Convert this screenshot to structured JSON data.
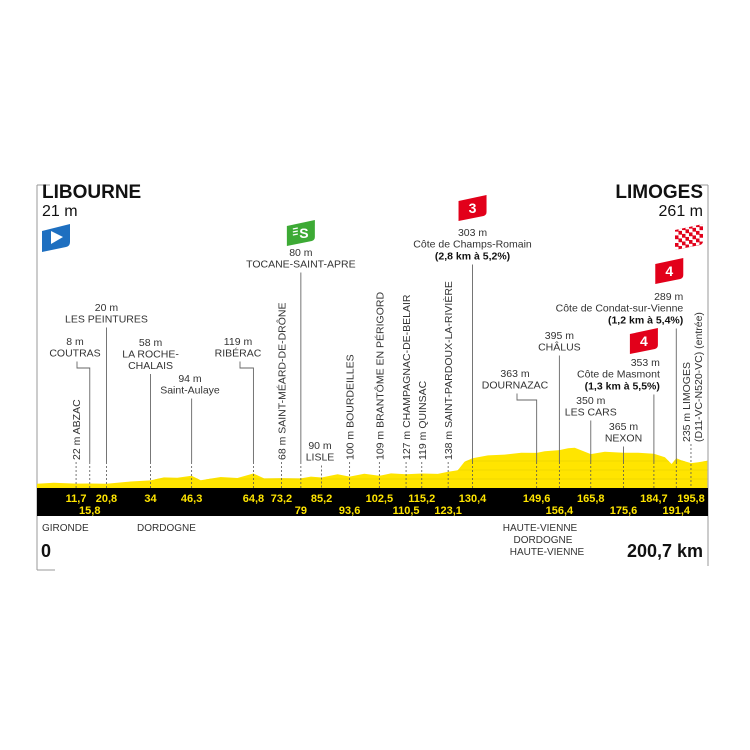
{
  "start": {
    "name": "LIBOURNE",
    "elevation": "21 m",
    "icon": "start-flag-icon"
  },
  "finish": {
    "name": "LIMOGES",
    "elevation": "261 m",
    "icon": "finish-checkered-flag-icon"
  },
  "distance": {
    "start": "0",
    "end": "200,7 km"
  },
  "departments": [
    {
      "name": "GIRONDE"
    },
    {
      "name": "DORDOGNE"
    },
    {
      "name": "HAUTE-VIENNE"
    },
    {
      "name": "DORDOGNE"
    },
    {
      "name": "HAUTE-VIENNE"
    }
  ],
  "colors": {
    "profile": "#FFE500",
    "band": "#000000",
    "km_text": "#FFE500",
    "climb": "#E2001A",
    "sprint": "#3DAA35",
    "start": "#1E6FC0"
  },
  "points": [
    {
      "km": 11.7,
      "km_label": "11,7",
      "elevation": "22 m",
      "name": [
        "ABZAC"
      ],
      "style": "vertical"
    },
    {
      "km": 15.8,
      "km_label": "15,8",
      "elevation": "8 m",
      "name": [
        "COUTRAS"
      ],
      "style": "label"
    },
    {
      "km": 20.8,
      "km_label": "20,8",
      "elevation": "20 m",
      "name": [
        "LES PEINTURES"
      ],
      "style": "label"
    },
    {
      "km": 34,
      "km_label": "34",
      "elevation": "58 m",
      "name": [
        "LA ROCHE-",
        "CHALAIS"
      ],
      "style": "label"
    },
    {
      "km": 46.3,
      "km_label": "46,3",
      "elevation": "94 m",
      "name": [
        "Saint-Aulaye"
      ],
      "style": "label"
    },
    {
      "km": 64.8,
      "km_label": "64,8",
      "elevation": "119 m",
      "name": [
        "RIBÉRAC"
      ],
      "style": "label"
    },
    {
      "km": 73.2,
      "km_label": "73,2",
      "elevation": "68 m",
      "name": [
        "SAINT-MÉARD-DE-DRÔNE"
      ],
      "style": "vertical"
    },
    {
      "km": 79,
      "km_label": "79",
      "elevation": "80 m",
      "name": [
        "TOCANE-SAINT-APRE"
      ],
      "style": "label",
      "sprint": "S"
    },
    {
      "km": 85.2,
      "km_label": "85,2",
      "elevation": "90 m",
      "name": [
        "LISLE"
      ],
      "style": "label"
    },
    {
      "km": 93.6,
      "km_label": "93,6",
      "elevation": "100 m",
      "name": [
        "BOURDEILLES"
      ],
      "style": "vertical"
    },
    {
      "km": 102.5,
      "km_label": "102,5",
      "elevation": "109 m",
      "name": [
        "BRANTÔME EN PÉRIGORD"
      ],
      "style": "vertical"
    },
    {
      "km": 110.5,
      "km_label": "110,5",
      "elevation": "127 m",
      "name": [
        "CHAMPAGNAC-DE-BELAIR"
      ],
      "style": "vertical"
    },
    {
      "km": 115.2,
      "km_label": "115,2",
      "elevation": "119 m",
      "name": [
        "QUINSAC"
      ],
      "style": "vertical"
    },
    {
      "km": 123.1,
      "km_label": "123,1",
      "elevation": "138 m",
      "name": [
        "SAINT-PARDOUX-LA-RIVIÈRE"
      ],
      "style": "vertical"
    },
    {
      "km": 130.4,
      "km_label": "130,4",
      "elevation": "303 m",
      "name": [
        "Côte de Champs-Romain"
      ],
      "detail": "(2,8 km à 5,2%)",
      "style": "label",
      "category": "3"
    },
    {
      "km": 149.6,
      "km_label": "149,6",
      "elevation": "363 m",
      "name": [
        "DOURNAZAC"
      ],
      "style": "label"
    },
    {
      "km": 156.4,
      "km_label": "156,4",
      "elevation": "395 m",
      "name": [
        "CHÂLUS"
      ],
      "style": "label"
    },
    {
      "km": 165.8,
      "km_label": "165,8",
      "elevation": "350 m",
      "name": [
        "LES CARS"
      ],
      "style": "label"
    },
    {
      "km": 175.6,
      "km_label": "175,6",
      "elevation": "365 m",
      "name": [
        "NEXON"
      ],
      "style": "label"
    },
    {
      "km": 184.7,
      "km_label": "184,7",
      "elevation": "353 m",
      "name": [
        "Côte de Masmont"
      ],
      "detail": "(1,3 km à 5,5%)",
      "style": "label",
      "category": "4"
    },
    {
      "km": 191.4,
      "km_label": "191,4",
      "elevation": "289 m",
      "name": [
        "Côte de Condat-sur-Vienne"
      ],
      "detail": "(1,2 km à 5,4%)",
      "style": "label",
      "category": "4"
    },
    {
      "km": 195.8,
      "km_label": "195,8",
      "elevation": "235 m",
      "name": [
        "LIMOGES",
        "(D11-VC-N520-VC) (entrée)"
      ],
      "style": "vertical"
    }
  ],
  "chart_data": {
    "type": "area",
    "title": "",
    "xlabel": "km",
    "ylabel": "m",
    "xlim": [
      0,
      200.7
    ],
    "x": [
      0,
      5,
      11.7,
      15.8,
      20.8,
      28,
      34,
      38,
      42,
      46.3,
      49,
      55,
      60,
      64.8,
      68,
      73.2,
      79,
      82,
      85.2,
      90,
      93.6,
      98,
      102.5,
      106,
      110.5,
      115.2,
      120,
      123.1,
      126,
      128,
      130.4,
      135,
      140,
      145,
      149.6,
      152,
      156.4,
      159,
      161,
      163,
      165.8,
      170,
      175.6,
      180,
      184.7,
      188,
      190,
      191.4,
      193,
      195.8,
      198,
      200.7
    ],
    "elevation_m": [
      21,
      15,
      22,
      8,
      20,
      30,
      58,
      75,
      88,
      94,
      60,
      80,
      85,
      119,
      80,
      68,
      80,
      85,
      90,
      110,
      100,
      115,
      109,
      120,
      127,
      119,
      130,
      138,
      170,
      250,
      303,
      320,
      345,
      350,
      363,
      365,
      395,
      400,
      420,
      375,
      350,
      360,
      365,
      350,
      353,
      300,
      240,
      289,
      280,
      235,
      260,
      261
    ]
  }
}
